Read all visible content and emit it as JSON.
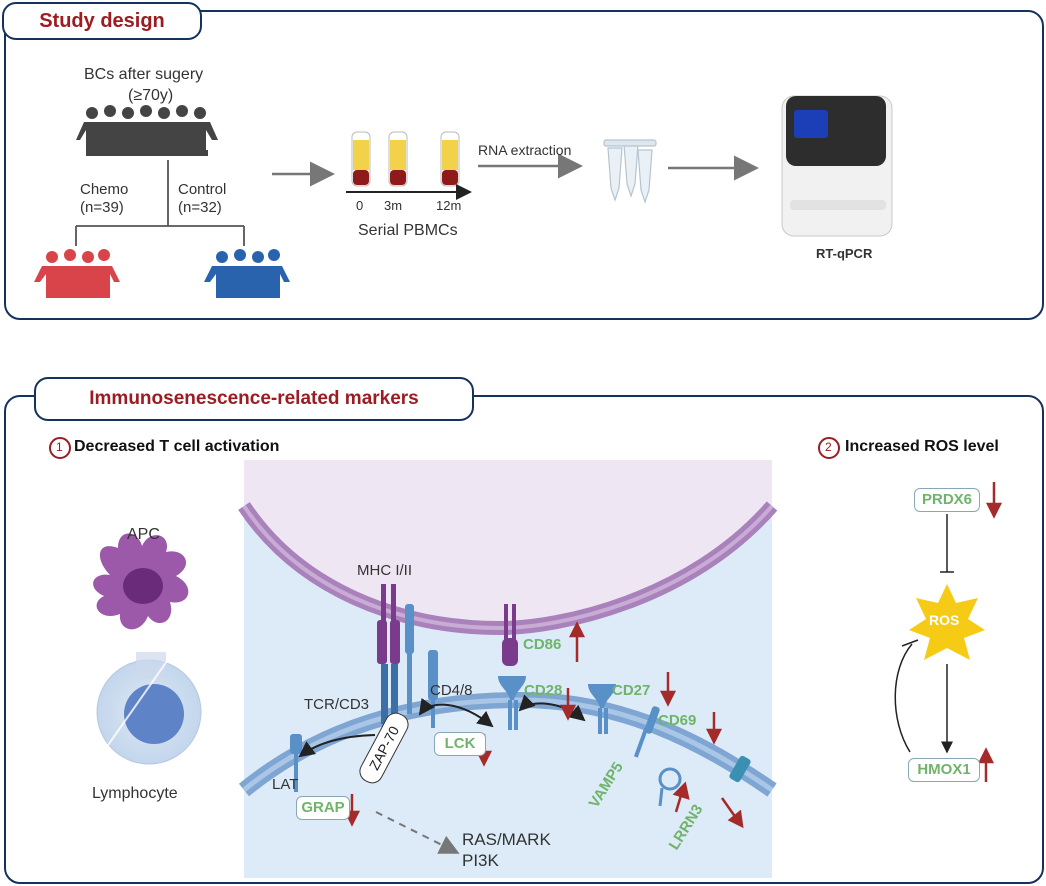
{
  "study": {
    "title": "Study design",
    "cohort_label_1": "BCs after sugery",
    "cohort_label_2": "(≥70y)",
    "chemo_label_1": "Chemo",
    "chemo_label_2": "(n=39)",
    "control_label_1": "Control",
    "control_label_2": "(n=32)",
    "timepoints": [
      "0",
      "3m",
      "12m"
    ],
    "pbmc_label": "Serial PBMCs",
    "rna_label": "RNA extraction",
    "qpcr_label": "RT-qPCR",
    "colors": {
      "chemo": "#d9434a",
      "control": "#2a63ad",
      "cohort": "#444444",
      "border": "#16325c",
      "title": "#9d1c22"
    }
  },
  "markers": {
    "title": "Immunosenescence-related markers",
    "section1_num": "1",
    "section1_label": "Decreased T cell activation",
    "section2_num": "2",
    "section2_label": "Increased ROS level",
    "apc_label": "APC",
    "lymphocyte_label": "Lymphocyte",
    "mhc_label": "MHC I/II",
    "tcr_label": "TCR/CD3",
    "cd48_label": "CD4/8",
    "zap_label": "ZAP-70",
    "lat_label": "LAT",
    "ras_label_1": "RAS/MARK",
    "ras_label_2": "PI3K",
    "genes": {
      "cd86": "CD86",
      "cd28": "CD28",
      "cd27": "CD27",
      "cd69": "CD69",
      "lck": "LCK",
      "grap": "GRAP",
      "vamp5": "VAMP5",
      "lrrn3": "LRRN3",
      "prdx6": "PRDX6",
      "ros": "ROS",
      "hmox1": "HMOX1"
    },
    "colors": {
      "gene": "#6fb46a",
      "arrow": "#a52a2a",
      "ros": "#f5cb15"
    }
  }
}
